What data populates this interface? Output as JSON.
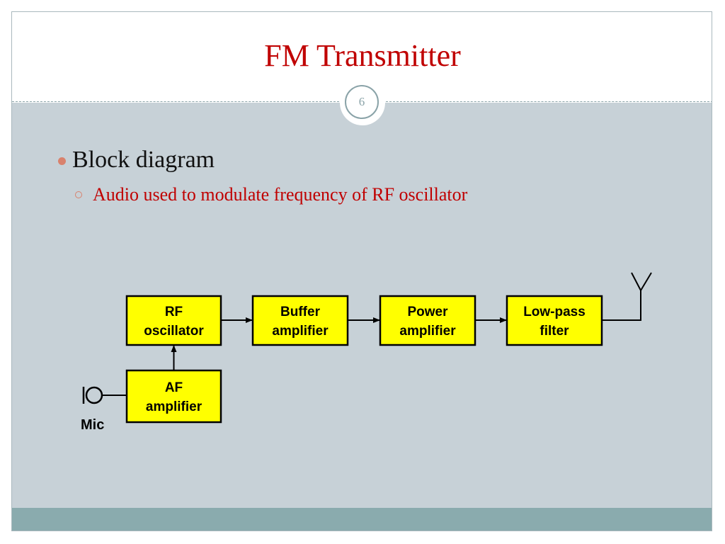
{
  "slide": {
    "title": "FM Transmitter",
    "page_number": "6",
    "colors": {
      "title": "#c00000",
      "content_background": "#c7d1d7",
      "footer_band": "#8aabae",
      "bullet": "#d9826d",
      "block_fill": "#ffff00"
    }
  },
  "bullets": [
    {
      "text": "Block diagram",
      "sub_bullets": [
        {
          "text": "Audio used to modulate frequency of RF oscillator"
        }
      ]
    }
  ],
  "diagram": {
    "blocks": {
      "rf_oscillator": {
        "line1": "RF",
        "line2": "oscillator"
      },
      "buffer_amplifier": {
        "line1": "Buffer",
        "line2": "amplifier"
      },
      "power_amplifier": {
        "line1": "Power",
        "line2": "amplifier"
      },
      "low_pass_filter": {
        "line1": "Low-pass",
        "line2": "filter"
      },
      "af_amplifier": {
        "line1": "AF",
        "line2": "amplifier"
      }
    },
    "mic_label": "Mic",
    "connections": [
      {
        "from": "RF oscillator",
        "to": "Buffer amplifier"
      },
      {
        "from": "Buffer amplifier",
        "to": "Power amplifier"
      },
      {
        "from": "Power amplifier",
        "to": "Low-pass filter"
      },
      {
        "from": "Low-pass filter",
        "to": "antenna"
      },
      {
        "from": "AF amplifier",
        "to": "RF oscillator"
      },
      {
        "from": "Mic",
        "to": "AF amplifier"
      }
    ]
  }
}
